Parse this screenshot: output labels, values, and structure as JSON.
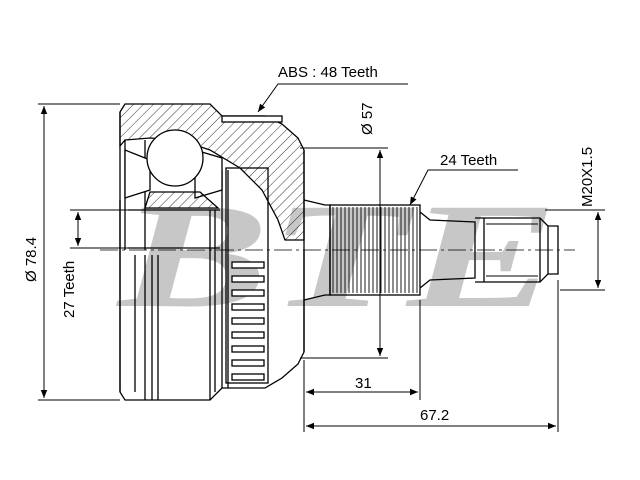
{
  "labels": {
    "abs": "ABS : 48 Teeth",
    "outer_diameter": "Ø 78.4",
    "inner_teeth": "27 Teeth",
    "seal_diameter": "Ø 57",
    "shaft_teeth": "24 Teeth",
    "thread": "M20X1.5",
    "length_a": "31",
    "length_b": "67.2"
  },
  "watermark": {
    "text": "BTE"
  },
  "colors": {
    "line": "#000000",
    "hatch": "#000000",
    "watermark": "#9a9a9a"
  },
  "icons": [
    "cv-joint-drawing",
    "dimension-arrow"
  ]
}
